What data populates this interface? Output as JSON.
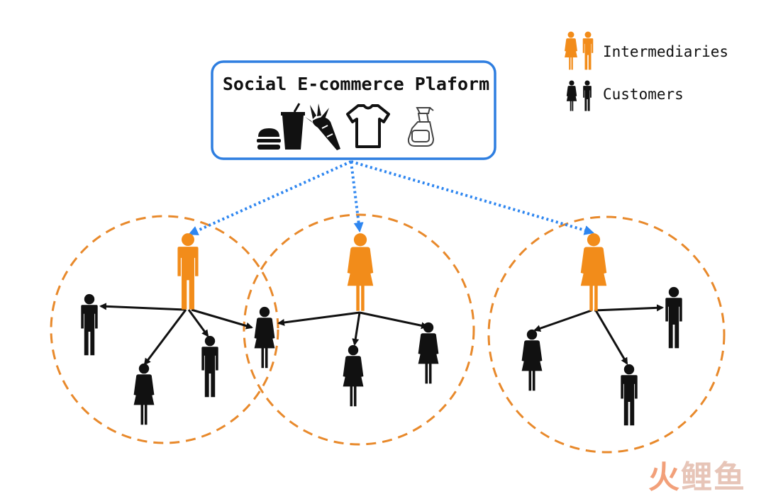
{
  "platform": {
    "title": "Social E-commerce Plaform",
    "product_icons": [
      "burger-drink-icon",
      "carrot-icon",
      "tshirt-icon",
      "spray-bottle-icon"
    ]
  },
  "legend": {
    "intermediaries_label": "Intermediaries",
    "customers_label": "Customers"
  },
  "colors": {
    "intermediary": "#f28c1a",
    "customer": "#111111",
    "platform_border": "#2e7ee0",
    "dashed_circle": "#e8892b",
    "dotted_arrow": "#2e86f0"
  },
  "watermark": {
    "chars": [
      "火",
      "鲤",
      "鱼"
    ]
  }
}
